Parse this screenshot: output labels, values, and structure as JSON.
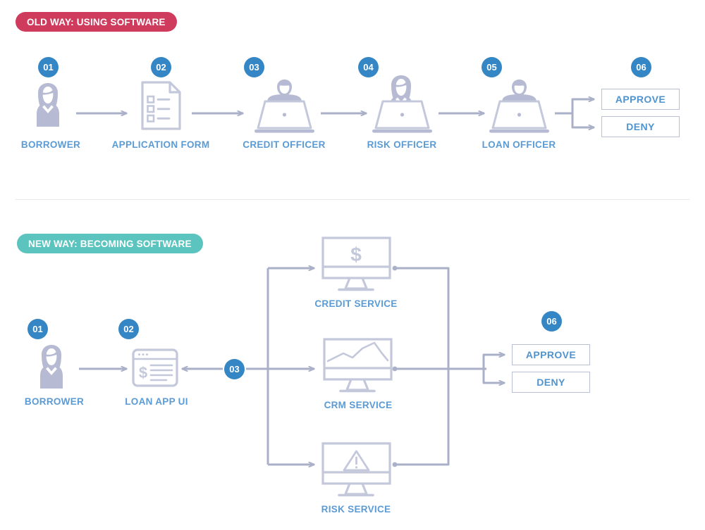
{
  "palette": {
    "old_pill_bg": "#cf3b5d",
    "new_pill_bg": "#5cc4bf",
    "badge_bg": "#3486c4",
    "label_blue": "#5b9bd5",
    "icon_gray": "#b9bfd4",
    "arrow_gray": "#a9b0c8",
    "divider": "#e6e7ea",
    "decision_text": "#4f94cf"
  },
  "sections": {
    "old": {
      "pill_label": "OLD WAY: USING SOFTWARE",
      "steps": [
        {
          "number": "01",
          "label": "BORROWER",
          "icon": "person-female-icon"
        },
        {
          "number": "02",
          "label": "APPLICATION FORM",
          "icon": "document-checklist-icon"
        },
        {
          "number": "03",
          "label": "CREDIT OFFICER",
          "icon": "person-male-laptop-icon"
        },
        {
          "number": "04",
          "label": "RISK OFFICER",
          "icon": "person-female-laptop-icon"
        },
        {
          "number": "05",
          "label": "LOAN OFFICER",
          "icon": "person-male-laptop-icon"
        },
        {
          "number": "06",
          "label": "",
          "icon": "decision-fork-icon"
        }
      ],
      "decisions": [
        {
          "label": "APPROVE"
        },
        {
          "label": "DENY"
        }
      ]
    },
    "new": {
      "pill_label": "NEW WAY: BECOMING SOFTWARE",
      "steps": [
        {
          "number": "01",
          "label": "BORROWER",
          "icon": "person-female-icon"
        },
        {
          "number": "02",
          "label": "LOAN APP UI",
          "icon": "browser-window-dollar-icon"
        },
        {
          "number": "03",
          "label": "",
          "icon": "fanout-hub-icon"
        },
        {
          "number": "06",
          "label": "",
          "icon": "decision-fork-icon"
        }
      ],
      "services": [
        {
          "label": "CREDIT SERVICE",
          "icon": "monitor-dollar-icon"
        },
        {
          "label": "CRM SERVICE",
          "icon": "monitor-linechart-icon"
        },
        {
          "label": "RISK SERVICE",
          "icon": "monitor-warning-icon"
        }
      ],
      "decisions": [
        {
          "label": "APPROVE"
        },
        {
          "label": "DENY"
        }
      ]
    }
  }
}
